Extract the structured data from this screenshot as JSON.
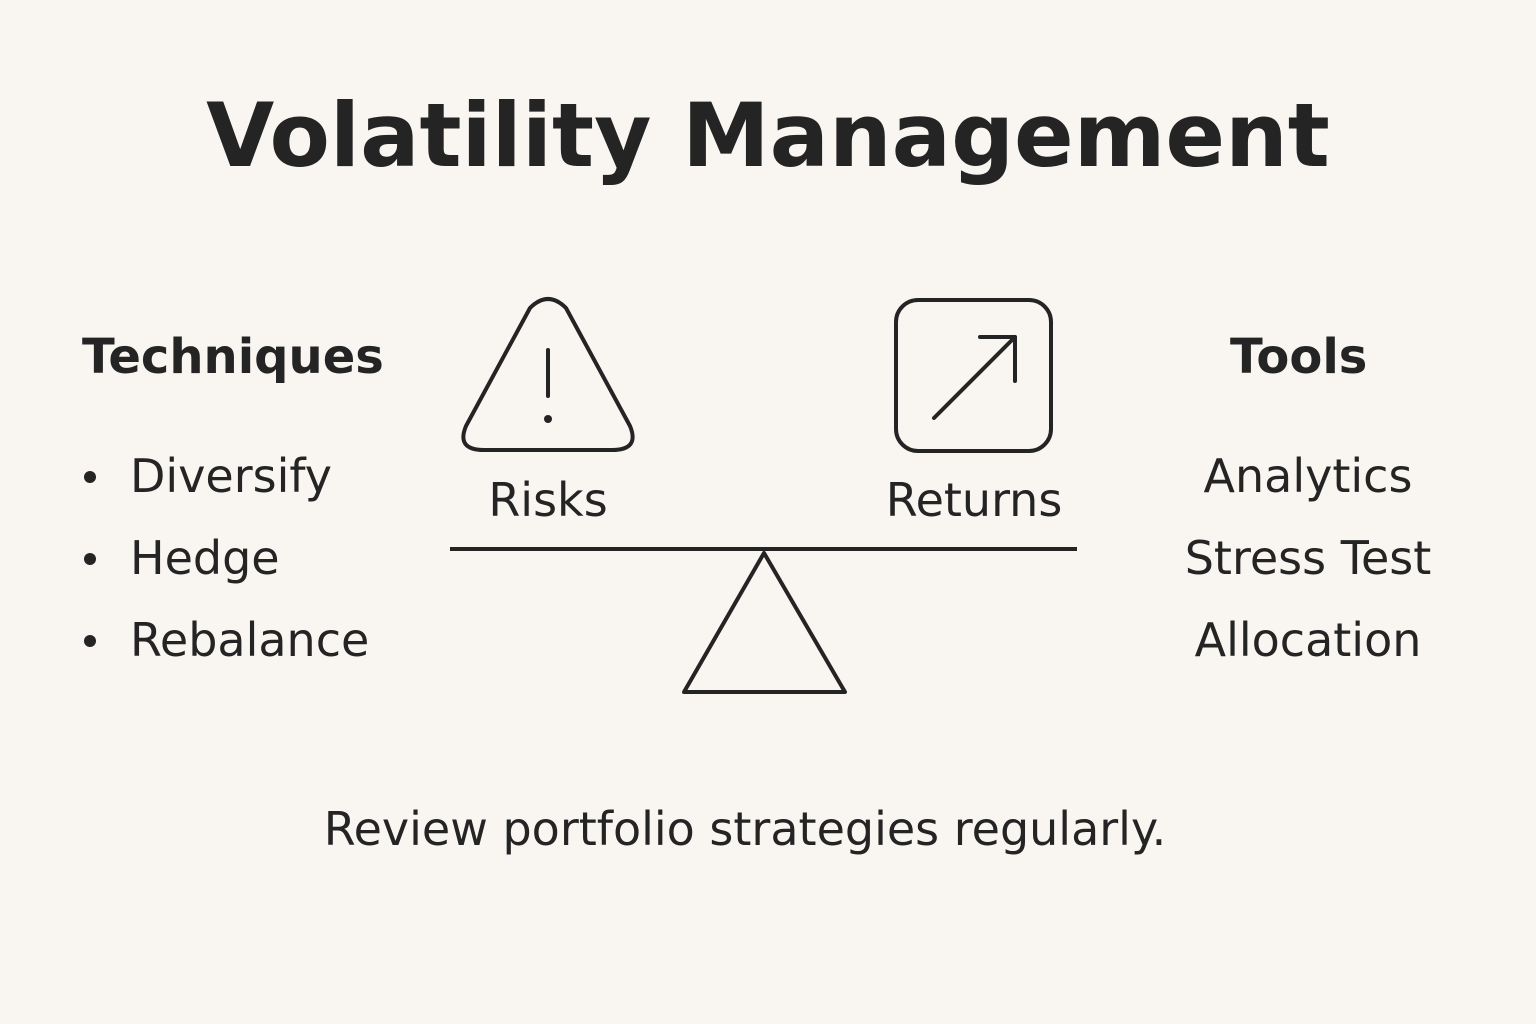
{
  "title": "Volatility Management",
  "techniques": {
    "heading": "Techniques",
    "items": [
      "Diversify",
      "Hedge",
      "Rebalance"
    ]
  },
  "tools": {
    "heading": "Tools",
    "items": [
      "Analytics",
      "Stress Test",
      "Allocation"
    ]
  },
  "scale": {
    "left_label": "Risks",
    "right_label": "Returns",
    "left_icon": "warning-triangle-icon",
    "right_icon": "arrow-up-right-box-icon"
  },
  "footer": "Review portfolio strategies regularly.",
  "colors": {
    "background": "#f9f6f2",
    "ink": "#242424"
  }
}
